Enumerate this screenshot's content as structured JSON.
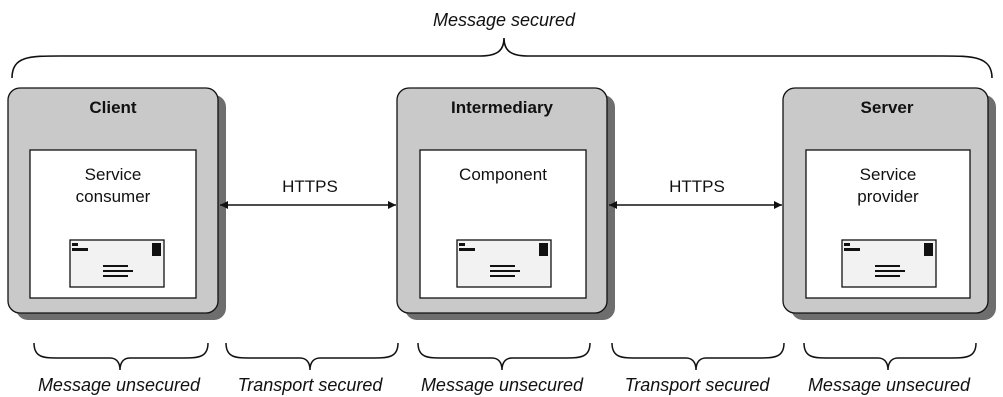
{
  "top_brace_label": "Message secured",
  "nodes": [
    {
      "id": "client",
      "title": "Client",
      "inner_lines": [
        "Service",
        "consumer"
      ]
    },
    {
      "id": "intermediary",
      "title": "Intermediary",
      "inner_lines": [
        "Component"
      ]
    },
    {
      "id": "server",
      "title": "Server",
      "inner_lines": [
        "Service",
        "provider"
      ]
    }
  ],
  "links": [
    {
      "label": "HTTPS"
    },
    {
      "label": "HTTPS"
    }
  ],
  "bottom_labels": [
    "Message unsecured",
    "Transport secured",
    "Message unsecured",
    "Transport secured",
    "Message unsecured"
  ],
  "colors": {
    "node_fill": "#c9c9c9",
    "shadow": "#6e6e6e",
    "inner_fill": "#ffffff",
    "envelope_fill": "#f2f2f2",
    "line": "#111111"
  },
  "icons": [
    "envelope-icon",
    "arrow-double-icon",
    "brace-icon"
  ]
}
